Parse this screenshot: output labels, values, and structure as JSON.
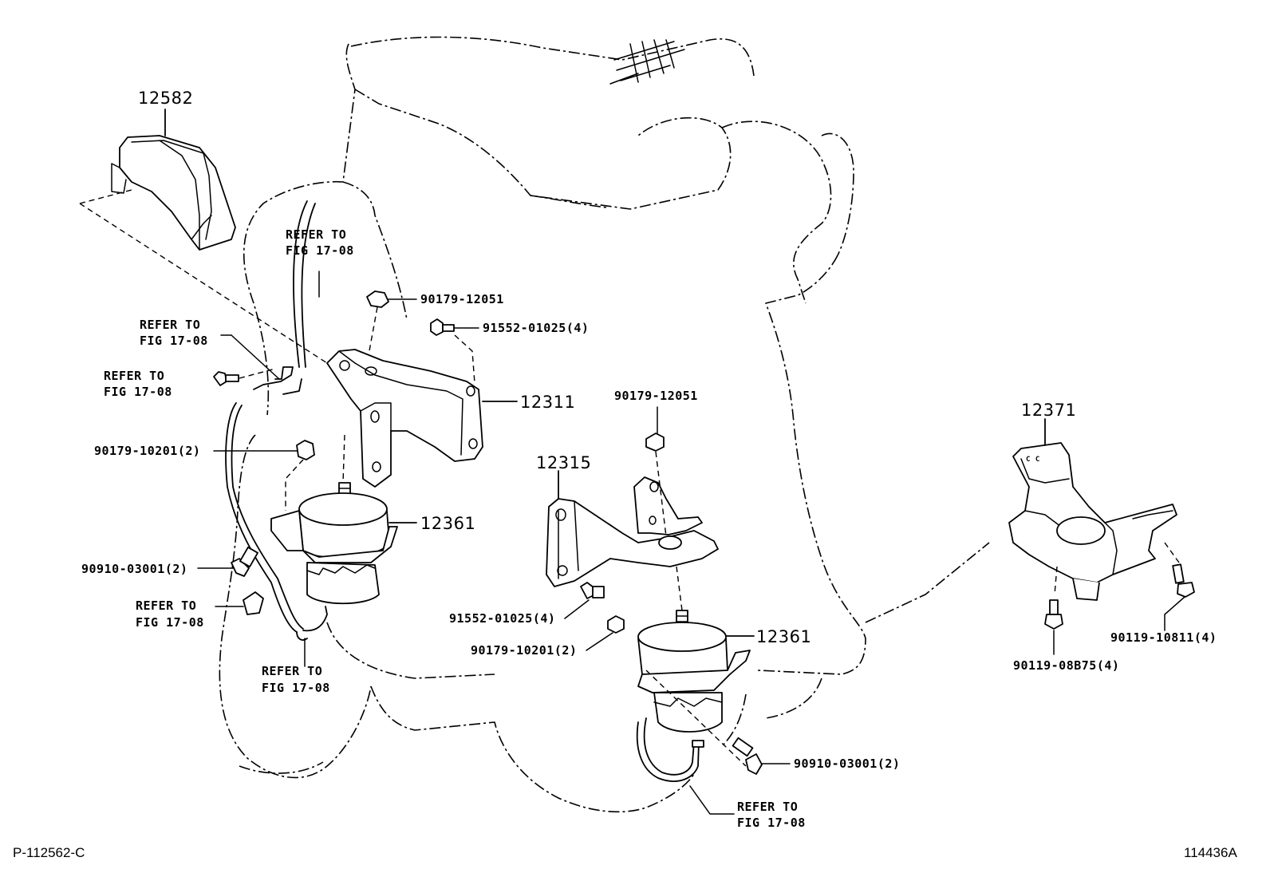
{
  "parts": {
    "p12582": "12582",
    "p12311": "12311",
    "p12361_a": "12361",
    "p12361_b": "12361",
    "p12315": "12315",
    "p12371": "12371"
  },
  "fasteners": {
    "nut_90179_12051_a": "90179-12051",
    "bolt_91552_01025_a": "91552-01025(4)",
    "nut_90179_10201_a": "90179-10201(2)",
    "bolt_90910_03001_a": "90910-03001(2)",
    "nut_90179_12051_b": "90179-12051",
    "bolt_91552_01025_b": "91552-01025(4)",
    "nut_90179_10201_b": "90179-10201(2)",
    "bolt_90910_03001_b": "90910-03001(2)",
    "bolt_90119_10811": "90119-10811(4)",
    "bolt_90119_08B75": "90119-08B75(4)"
  },
  "refer": {
    "line1": "REFER TO",
    "line2": "FIG 17-08"
  },
  "footer": {
    "left": "P-112562-C",
    "right": "114436A"
  }
}
